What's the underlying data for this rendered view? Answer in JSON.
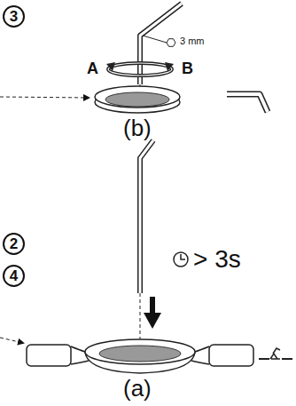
{
  "diagram": {
    "nodes": [
      {
        "text": [
          "3"
        ]
      },
      {
        "text": [
          "2"
        ]
      },
      {
        "text": [
          "4"
        ]
      }
    ],
    "labels": [
      "A",
      "B",
      "3 mm",
      "(b)",
      "> 3s",
      "(a)"
    ]
  }
}
